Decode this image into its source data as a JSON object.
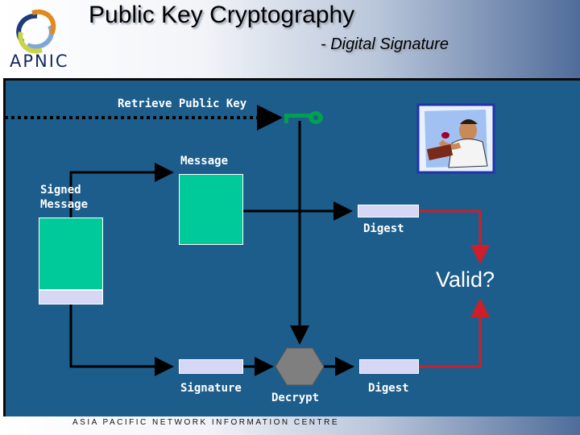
{
  "header": {
    "title": "Public Key Cryptography",
    "subtitle": "- Digital Signature",
    "logo_text": "APNIC"
  },
  "diagram": {
    "retrieve_label": "Retrieve Public Key",
    "message_label": "Message",
    "signed_message_label": "Signed\nMessage",
    "digest_top_label": "Digest",
    "valid_label": "Valid?",
    "signature_label": "Signature",
    "decrypt_label": "Decrypt",
    "digest_bottom_label": "Digest"
  },
  "footer": {
    "text": "ASIA PACIFIC NETWORK INFORMATION CENTRE"
  },
  "colors": {
    "panel": "#1d5d8b",
    "box_green": "#00c99a",
    "box_lavender": "#d6d6f5",
    "hexagon": "#7f7f7f",
    "key": "#00a050",
    "compare_arrow": "#cc1f2a"
  }
}
